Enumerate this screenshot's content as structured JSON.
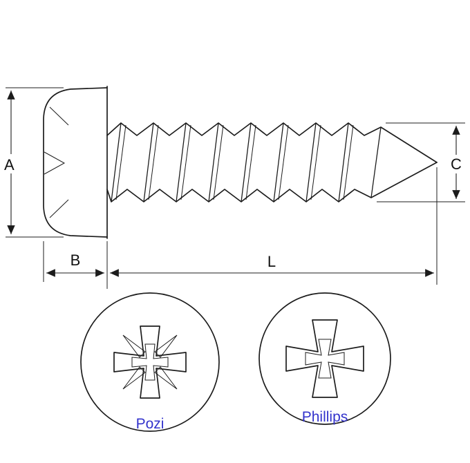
{
  "diagram": {
    "dimensions": {
      "a": "A",
      "b": "B",
      "c": "C",
      "l": "L"
    },
    "drives": {
      "left_label": "Pozi",
      "right_label": "Phillips"
    },
    "colors": {
      "line": "#1c1c1c",
      "drive_label": "#3333cc"
    }
  }
}
